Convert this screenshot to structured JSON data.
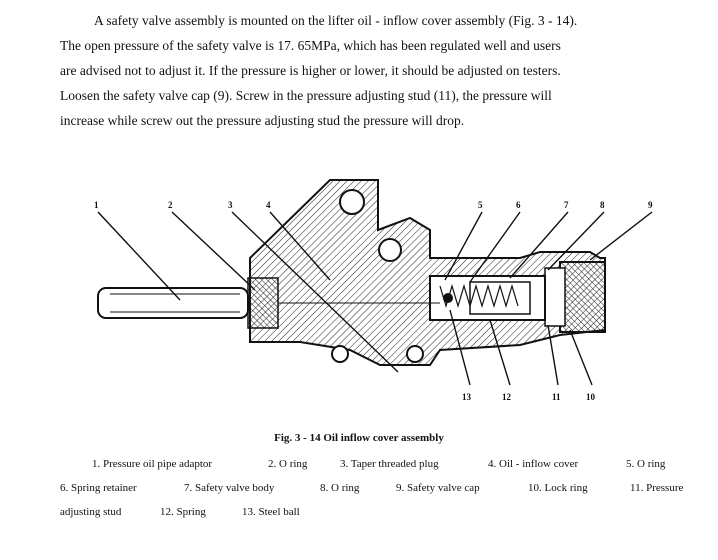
{
  "paragraph": {
    "lines": [
      "A safety valve assembly is mounted on the lifter oil - inflow cover assembly (Fig. 3 - 14).",
      "The open pressure of the safety valve is 17. 65MPa, which has been regulated well and users",
      "are advised not to adjust it.  If the pressure is higher or lower, it should be adjusted on testers.",
      "Loosen the safety valve cap (9).  Screw in the pressure adjusting stud (11), the pressure will",
      "increase while screw out the pressure adjusting stud the pressure will drop."
    ]
  },
  "figure": {
    "callouts_top": [
      "1",
      "2",
      "3",
      "4",
      "5",
      "6",
      "7",
      "8",
      "9"
    ],
    "callouts_bottom": [
      "13",
      "12",
      "11",
      "10"
    ],
    "caption": "Fig. 3 - 14  Oil inflow cover assembly"
  },
  "legend": {
    "items": [
      "1. Pressure oil pipe adaptor",
      "2. O ring",
      "3. Taper threaded plug",
      "4. Oil - inflow cover",
      "5. O ring",
      "6. Spring retainer",
      "7. Safety valve body",
      "8. O ring",
      "9. Safety valve cap",
      "10. Lock ring",
      "11. Pressure",
      "adjusting stud",
      "12. Spring",
      "13. Steel ball"
    ]
  }
}
